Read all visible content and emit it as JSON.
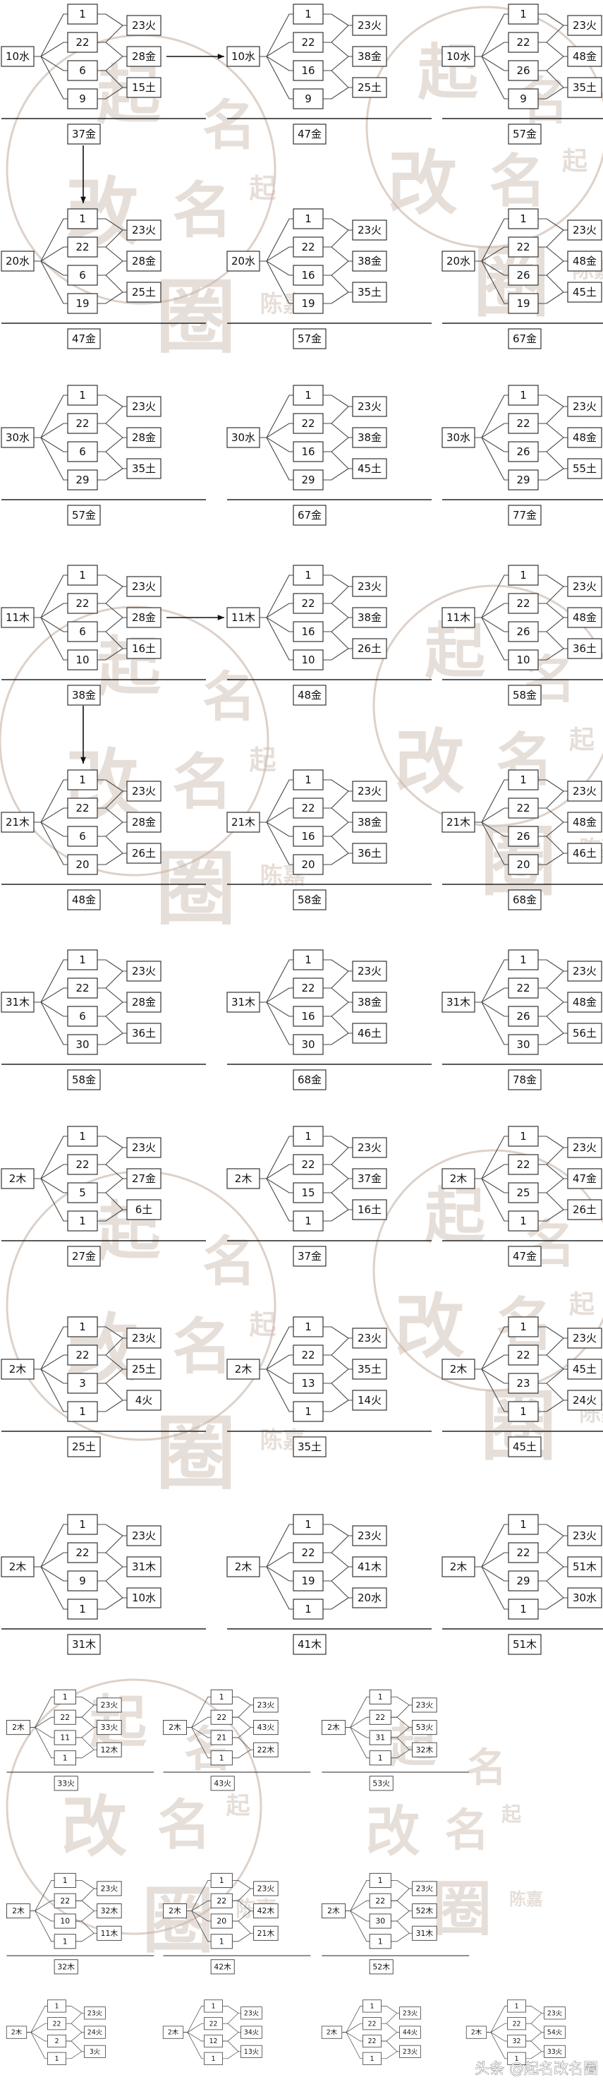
{
  "diagram": {
    "watermarks": [
      {
        "text": "起",
        "bind": "logo"
      },
      {
        "text": "名",
        "bind": "logo"
      },
      {
        "text": "改",
        "bind": "logo"
      },
      {
        "text": "名",
        "bind": "logo"
      },
      {
        "text": "圈",
        "bind": "logo"
      },
      {
        "text": "起",
        "bind": "logo"
      },
      {
        "text": "陈嘉",
        "bind": "logo"
      }
    ],
    "branch_charts": [
      {
        "base": "10水",
        "inputs": [
          "1",
          "22",
          "6",
          "9"
        ],
        "results": [
          "23火",
          "28金",
          "15土"
        ],
        "total": "37金"
      },
      {
        "base": "10水",
        "inputs": [
          "1",
          "22",
          "16",
          "9"
        ],
        "results": [
          "23火",
          "38金",
          "25土"
        ],
        "total": "47金"
      },
      {
        "base": "10水",
        "inputs": [
          "1",
          "22",
          "26",
          "9"
        ],
        "results": [
          "23火",
          "48金",
          "35土"
        ],
        "total": "57金"
      },
      {
        "base": "20水",
        "inputs": [
          "1",
          "22",
          "6",
          "19"
        ],
        "results": [
          "23火",
          "28金",
          "25土"
        ],
        "total": "47金"
      },
      {
        "base": "20水",
        "inputs": [
          "1",
          "22",
          "16",
          "19"
        ],
        "results": [
          "23火",
          "38金",
          "35土"
        ],
        "total": "57金"
      },
      {
        "base": "20水",
        "inputs": [
          "1",
          "22",
          "26",
          "19"
        ],
        "results": [
          "23火",
          "48金",
          "45土"
        ],
        "total": "67金"
      },
      {
        "base": "30水",
        "inputs": [
          "1",
          "22",
          "6",
          "29"
        ],
        "results": [
          "23火",
          "28金",
          "35土"
        ],
        "total": "57金"
      },
      {
        "base": "30水",
        "inputs": [
          "1",
          "22",
          "16",
          "29"
        ],
        "results": [
          "23火",
          "38金",
          "45土"
        ],
        "total": "67金"
      },
      {
        "base": "30水",
        "inputs": [
          "1",
          "22",
          "26",
          "29"
        ],
        "results": [
          "23火",
          "48金",
          "55土"
        ],
        "total": "77金"
      },
      {
        "base": "11木",
        "inputs": [
          "1",
          "22",
          "6",
          "10"
        ],
        "results": [
          "23火",
          "28金",
          "16土"
        ],
        "total": "38金"
      },
      {
        "base": "11木",
        "inputs": [
          "1",
          "22",
          "16",
          "10"
        ],
        "results": [
          "23火",
          "38金",
          "26土"
        ],
        "total": "48金"
      },
      {
        "base": "11木",
        "inputs": [
          "1",
          "22",
          "26",
          "10"
        ],
        "results": [
          "23火",
          "48金",
          "36土"
        ],
        "total": "58金"
      },
      {
        "base": "21木",
        "inputs": [
          "1",
          "22",
          "6",
          "20"
        ],
        "results": [
          "23火",
          "28金",
          "26土"
        ],
        "total": "48金"
      },
      {
        "base": "21木",
        "inputs": [
          "1",
          "22",
          "16",
          "20"
        ],
        "results": [
          "23火",
          "38金",
          "36土"
        ],
        "total": "58金"
      },
      {
        "base": "21木",
        "inputs": [
          "1",
          "22",
          "26",
          "20"
        ],
        "results": [
          "23火",
          "48金",
          "46土"
        ],
        "total": "68金"
      },
      {
        "base": "31木",
        "inputs": [
          "1",
          "22",
          "6",
          "30"
        ],
        "results": [
          "23火",
          "28金",
          "36土"
        ],
        "total": "58金"
      },
      {
        "base": "31木",
        "inputs": [
          "1",
          "22",
          "16",
          "30"
        ],
        "results": [
          "23火",
          "38金",
          "46土"
        ],
        "total": "68金"
      },
      {
        "base": "31木",
        "inputs": [
          "1",
          "22",
          "26",
          "30"
        ],
        "results": [
          "23火",
          "48金",
          "56土"
        ],
        "total": "78金"
      },
      {
        "base": "2木",
        "inputs": [
          "1",
          "22",
          "5",
          "1"
        ],
        "results": [
          "23火",
          "27金",
          "6土"
        ],
        "total": "27金"
      },
      {
        "base": "2木",
        "inputs": [
          "1",
          "22",
          "15",
          "1"
        ],
        "results": [
          "23火",
          "37金",
          "16土"
        ],
        "total": "37金"
      },
      {
        "base": "2木",
        "inputs": [
          "1",
          "22",
          "25",
          "1"
        ],
        "results": [
          "23火",
          "47金",
          "26土"
        ],
        "total": "47金"
      },
      {
        "base": "2木",
        "inputs": [
          "1",
          "22",
          "3",
          "1"
        ],
        "results": [
          "23火",
          "25土",
          "4火"
        ],
        "total": "25土"
      },
      {
        "base": "2木",
        "inputs": [
          "1",
          "22",
          "13",
          "1"
        ],
        "results": [
          "23火",
          "35土",
          "14火"
        ],
        "total": "35土"
      },
      {
        "base": "2木",
        "inputs": [
          "1",
          "22",
          "23",
          "1"
        ],
        "results": [
          "23火",
          "45土",
          "24火"
        ],
        "total": "45土"
      },
      {
        "base": "2木",
        "inputs": [
          "1",
          "22",
          "9",
          "1"
        ],
        "results": [
          "23火",
          "31木",
          "10水"
        ],
        "total": "31木"
      },
      {
        "base": "2木",
        "inputs": [
          "1",
          "22",
          "19",
          "1"
        ],
        "results": [
          "23火",
          "41木",
          "20水"
        ],
        "total": "41木"
      },
      {
        "base": "2木",
        "inputs": [
          "1",
          "22",
          "29",
          "1"
        ],
        "results": [
          "23火",
          "51木",
          "30水"
        ],
        "total": "51木"
      },
      {
        "base": "2木",
        "inputs": [
          "1",
          "22",
          "11",
          "1"
        ],
        "results": [
          "23火",
          "33火",
          "12木"
        ],
        "total": "33火"
      },
      {
        "base": "2木",
        "inputs": [
          "1",
          "22",
          "21",
          "1"
        ],
        "results": [
          "23火",
          "43火",
          "22木"
        ],
        "total": "43火"
      },
      {
        "base": "2木",
        "inputs": [
          "1",
          "22",
          "31",
          "1"
        ],
        "results": [
          "23火",
          "53火",
          "32木"
        ],
        "total": "53火"
      },
      {
        "base": "2木",
        "inputs": [
          "1",
          "22",
          "10",
          "1"
        ],
        "results": [
          "23火",
          "32木",
          "11木"
        ],
        "total": "32木"
      },
      {
        "base": "2木",
        "inputs": [
          "1",
          "22",
          "20",
          "1"
        ],
        "results": [
          "23火",
          "42木",
          "21木"
        ],
        "total": "42木"
      },
      {
        "base": "2木",
        "inputs": [
          "1",
          "22",
          "30",
          "1"
        ],
        "results": [
          "23火",
          "52木",
          "31木"
        ],
        "total": "52木"
      },
      {
        "base": "2木",
        "inputs": [
          "1",
          "22",
          "2",
          "1"
        ],
        "results": [
          "23火",
          "24火",
          "3火"
        ],
        "total": ""
      },
      {
        "base": "2木",
        "inputs": [
          "1",
          "22",
          "12",
          "1"
        ],
        "results": [
          "23火",
          "34火",
          "13火"
        ],
        "total": ""
      },
      {
        "base": "2木",
        "inputs": [
          "1",
          "22",
          "22",
          "1"
        ],
        "results": [
          "23火",
          "44火",
          "23火"
        ],
        "total": ""
      },
      {
        "base": "2木",
        "inputs": [
          "1",
          "22",
          "32",
          "1"
        ],
        "results": [
          "23火",
          "54火",
          "33火"
        ],
        "total": ""
      }
    ],
    "footer_watermark": "头条 @起名改名圈"
  }
}
